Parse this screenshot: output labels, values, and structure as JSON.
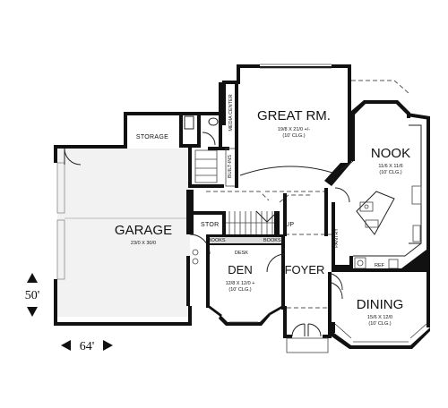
{
  "rooms": {
    "great_room": {
      "name": "GREAT RM.",
      "size": "19/8 X 21/0 +/-",
      "ceiling": "(10' CLG.)"
    },
    "nook": {
      "name": "NOOK",
      "size": "11/6 X 11/6",
      "ceiling": "(10' CLG.)"
    },
    "garage": {
      "name": "GARAGE",
      "size": "23/0 X 30/0"
    },
    "den": {
      "name": "DEN",
      "size": "12/8 X 12/0 +",
      "ceiling": "(10' CLG.)"
    },
    "foyer": {
      "name": "FOYER"
    },
    "dining": {
      "name": "DINING",
      "size": "15/6 X 12/0",
      "ceiling": "(10' CLG.)"
    }
  },
  "labels": {
    "storage": "STORAGE",
    "media_center": "MEDIA CENTER",
    "built_ins": "BUILT-INS",
    "stor": "STOR",
    "up": "UP",
    "desk": "DESK",
    "books_left": "BOOKS",
    "books_right": "BOOKS",
    "pantry": "PANTRY",
    "ref": "REF"
  },
  "dimensions": {
    "depth": "50'",
    "width": "64'"
  }
}
